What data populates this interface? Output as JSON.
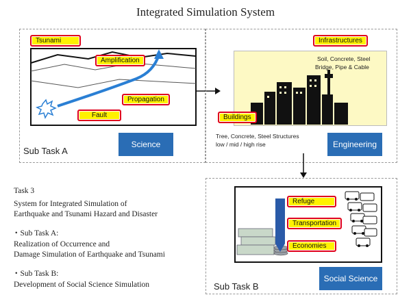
{
  "title": "Integrated Simulation System",
  "panelA": {
    "labels": {
      "tsunami": "Tsunami",
      "amplification": "Amplification",
      "propagation": "Propagation",
      "fault": "Fault"
    },
    "subtask": "Sub Task A",
    "button": "Science"
  },
  "panelEng": {
    "infrastructures": "Infrastructures",
    "desc_line1": "Soil, Concrete, Steel",
    "desc_line2": "Bridge, Pipe & Cable",
    "buildings": "Buildings",
    "struct_line1": "Tree, Concrete, Steel Structures",
    "struct_line2": "low / mid / high rise",
    "button": "Engineering"
  },
  "panelB": {
    "refuge": "Refuge",
    "transportation": "Transportation",
    "economies": "Economies",
    "subtask": "Sub Task B",
    "button": "Social Science"
  },
  "task": {
    "heading": "Task 3",
    "line1": "System for Integrated Simulation of",
    "line2": "Earthquake and Tsunami Hazard and Disaster",
    "a_head": "・Sub Task A:",
    "a_line1": "Realization of Occurrence and",
    "a_line2": "Damage Simulation of Earthquake and Tsunami",
    "b_head": "・Sub Task B:",
    "b_line1": "Development of Social Science Simulation"
  },
  "colors": {
    "tag_fill": "#fff200",
    "tag_border": "#e0001b",
    "button_blue": "#2a6db5",
    "building_bg": "#fdf9c4",
    "wave_blue": "#2a7fd4"
  }
}
